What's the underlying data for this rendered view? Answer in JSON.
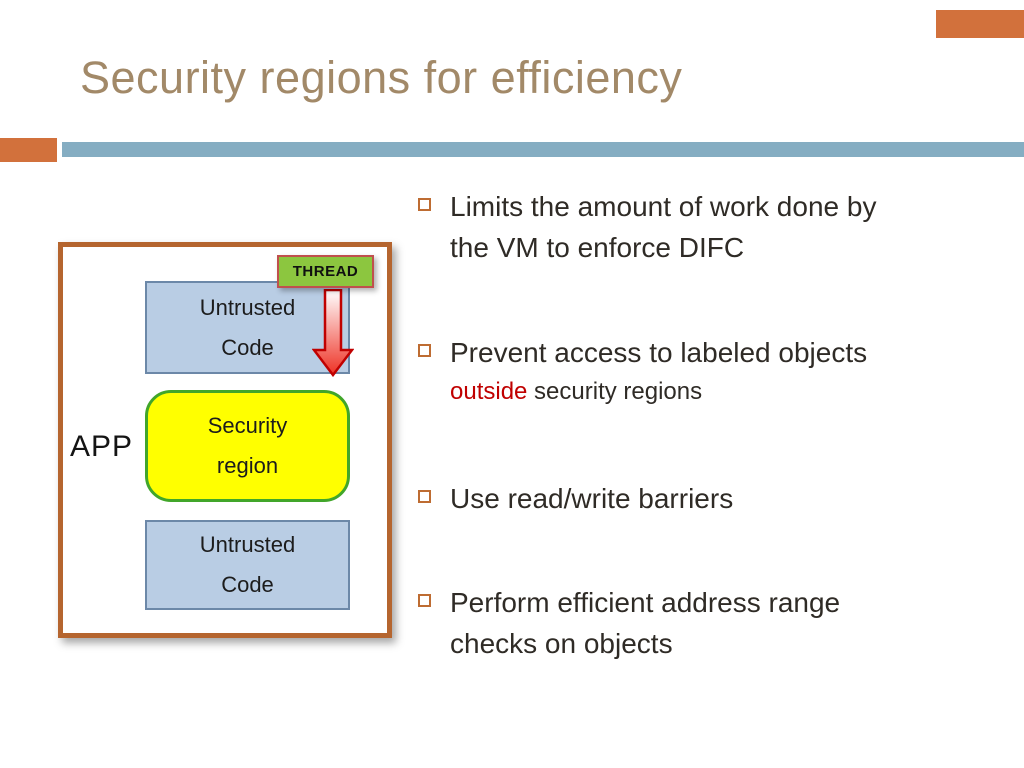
{
  "slide": {
    "title": "Security regions for efficiency"
  },
  "diagram": {
    "app_label": "APP",
    "thread_label": "THREAD",
    "untrusted_top": {
      "line1": "Untrusted",
      "line2": "Code"
    },
    "security_region": {
      "line1": "Security",
      "line2": "region"
    },
    "untrusted_bottom": {
      "line1": "Untrusted",
      "line2": "Code"
    }
  },
  "bullets": {
    "b1": {
      "line1": "Limits the amount of work done by",
      "line2": "the VM to enforce DIFC"
    },
    "b2": {
      "line1": "Prevent access to labeled objects",
      "highlight": "outside",
      "line2_rest": " security regions"
    },
    "b3": {
      "line1": "Use read/write barriers"
    },
    "b4": {
      "line1": "Perform efficient address range",
      "line2": "checks on objects"
    }
  },
  "colors": {
    "title": "#A28968",
    "accent_orange": "#D2713C",
    "bar_blue": "#85ADC2",
    "bullet_square": "#BE6C32",
    "body_text": "#2F2B26",
    "highlight_red": "#C00000",
    "box_blue_fill": "#B9CDE4",
    "box_blue_border": "#6C88A8",
    "security_fill": "#FFFF00",
    "security_border": "#41A62A",
    "thread_fill": "#8CC63F",
    "thread_border": "#C0504D",
    "app_border": "#B5652F",
    "arrow_red": "#C00000"
  }
}
